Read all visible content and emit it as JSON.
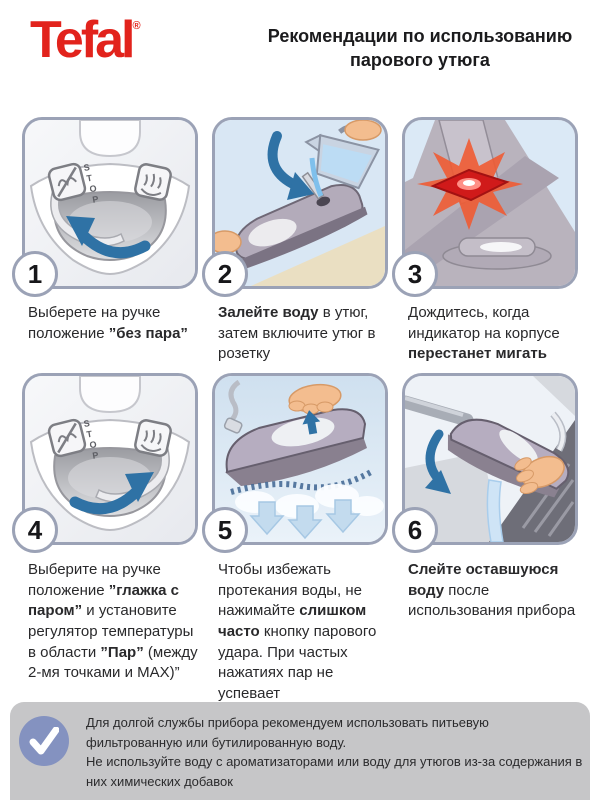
{
  "header": {
    "logo_text": "Tefal",
    "logo_reg_mark": "®",
    "title": "Рекомендации по использованию парового утюга"
  },
  "steps": [
    {
      "number": "1",
      "illustration": "iron-handle-steam-off-dial",
      "segments": [
        {
          "text": "Выберете на ручке положение ",
          "bold": false
        },
        {
          "text": "”без пара”",
          "bold": true
        }
      ]
    },
    {
      "number": "2",
      "illustration": "pouring-water-into-iron",
      "segments": [
        {
          "text": "Залейте воду",
          "bold": true
        },
        {
          "text": " в утюг, затем включите утюг в розетку",
          "bold": false
        }
      ]
    },
    {
      "number": "3",
      "illustration": "indicator-light-on-body",
      "segments": [
        {
          "text": "Дождитесь, когда индикатор на корпусе ",
          "bold": false
        },
        {
          "text": "перестанет мигать",
          "bold": true
        }
      ]
    },
    {
      "number": "4",
      "illustration": "iron-handle-steam-on-dial",
      "segments": [
        {
          "text": "Выберите на ручке положение ",
          "bold": false
        },
        {
          "text": "”глажка с паром”",
          "bold": true
        },
        {
          "text": " и установите регулятор температуры в области ",
          "bold": false
        },
        {
          "text": "”Пар”",
          "bold": true
        },
        {
          "text": " (между 2-мя точками и MAX)”",
          "bold": false
        }
      ]
    },
    {
      "number": "5",
      "illustration": "steam-burst-under-iron",
      "segments": [
        {
          "text": "Чтобы избежать протекания воды, не нажимайте ",
          "bold": false
        },
        {
          "text": "слишком часто",
          "bold": true
        },
        {
          "text": " кнопку парового удара. При частых нажатиях пар не успевает образовываться в паровой камере",
          "bold": false
        }
      ]
    },
    {
      "number": "6",
      "illustration": "draining-water-into-sink",
      "segments": [
        {
          "text": "Слейте оставшуюся воду",
          "bold": true
        },
        {
          "text": " после использования прибора",
          "bold": false
        }
      ]
    }
  ],
  "step1_dial_label": "STOP",
  "footer": {
    "icon": "checkmark-icon",
    "paragraphs": [
      "Для долгой службы прибора рекомендуем использовать питьевую фильтрованную или бутилированную воду.",
      "Не используйте воду с ароматизаторами или воду для утюгов из-за содержания в них химических добавок"
    ]
  },
  "colors": {
    "logo_red": "#e2231c",
    "card_border": "#9ba2b6",
    "arrow_blue": "#2f72a5",
    "light_blue_bg": "#d9e7f4",
    "iron_body": "#b6adc0",
    "indicator_red": "#d01a1a",
    "footer_bg": "#c6c6c8",
    "check_circle_blue": "#8492c0"
  }
}
